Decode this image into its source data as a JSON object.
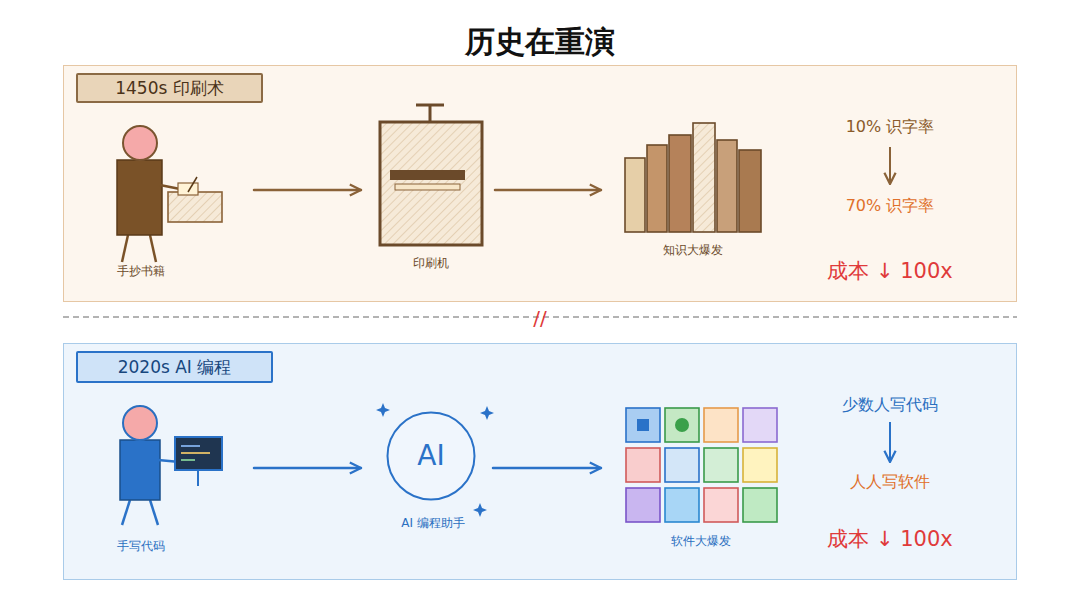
{
  "diagram": {
    "title": "历史在重演",
    "nodes": [
      {
        "text": [
          "1450s 印刷术"
        ]
      },
      {
        "text": [
          "手抄书籍"
        ],
        "in": 0
      },
      {
        "text": [
          "印刷机"
        ],
        "in": 0
      },
      {
        "text": [
          "知识大爆发"
        ],
        "in": 0
      },
      {
        "text": [
          "2020s AI 编程"
        ]
      },
      {
        "text": [
          "手写代码"
        ],
        "in": 4
      },
      {
        "text": [
          "AI",
          "AI 编程助手"
        ],
        "in": 4
      },
      {
        "text": [
          "软件大爆发"
        ],
        "in": 4
      }
    ],
    "edges": [
      {
        "from": 1,
        "to": 2,
        "arrow": "to"
      },
      {
        "from": 2,
        "to": 3,
        "arrow": "to"
      },
      {
        "from": 5,
        "to": 6,
        "arrow": "to"
      },
      {
        "from": 6,
        "to": 7,
        "arrow": "to"
      }
    ],
    "labels": [
      "10% 识字率",
      "70% 识字率",
      "成本 ↓ 100x",
      "//",
      "少数人写代码",
      "人人写软件",
      "成本 ↓ 100x"
    ]
  }
}
